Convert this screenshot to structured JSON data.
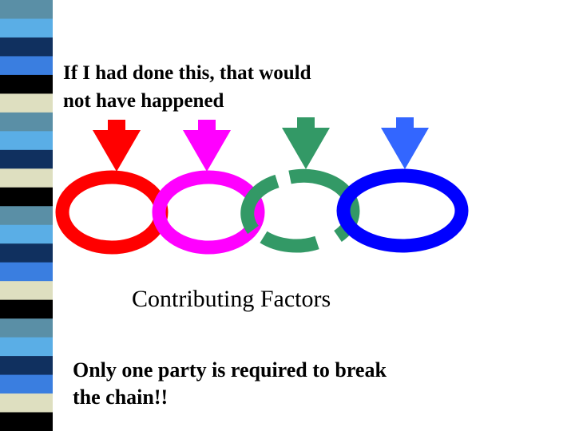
{
  "slide": {
    "heading_lines": [
      "If I had done this, that would",
      "not have happened"
    ],
    "caption": "Contributing Factors",
    "footer_lines": [
      "Only one party is required to break",
      "the chain!!"
    ]
  },
  "side_strip": {
    "colors": [
      "#5a8fa6",
      "#5aaee6",
      "#10305f",
      "#3a7ee0",
      "#000000",
      "#dedfc0",
      "#5a8fa6",
      "#5aaee6",
      "#10305f",
      "#dedfc0",
      "#000000",
      "#5a8fa6",
      "#5aaee6",
      "#10305f",
      "#3a7ee0",
      "#dedfc0",
      "#000000",
      "#5a8fa6",
      "#5aaee6",
      "#10305f",
      "#3a7ee0",
      "#dedfc0",
      "#000000"
    ]
  },
  "chain": {
    "links": [
      {
        "name": "red-link",
        "color": "#ff0000",
        "style": "solid"
      },
      {
        "name": "magenta-link",
        "color": "#ff00ff",
        "style": "solid"
      },
      {
        "name": "green-link",
        "color": "#339966",
        "style": "broken"
      },
      {
        "name": "blue-link",
        "color": "#0000ff",
        "style": "solid"
      }
    ],
    "arrows": [
      {
        "name": "red-arrow",
        "color": "#ff0000"
      },
      {
        "name": "magenta-arrow",
        "color": "#ff00ff"
      },
      {
        "name": "green-arrow",
        "color": "#339966"
      },
      {
        "name": "blue-arrow",
        "color": "#3366ff"
      }
    ]
  }
}
